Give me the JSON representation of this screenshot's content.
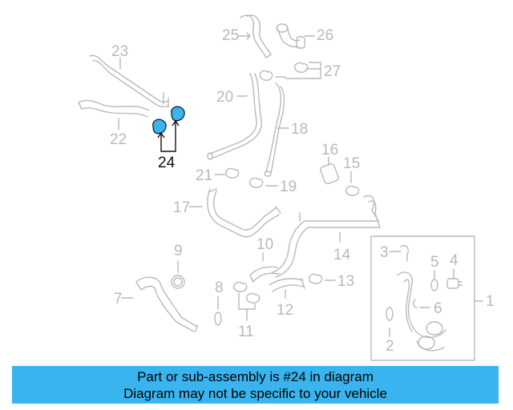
{
  "callouts": {
    "c1": "1",
    "c2": "2",
    "c3": "3",
    "c4": "4",
    "c5": "5",
    "c6": "6",
    "c7": "7",
    "c8": "8",
    "c9": "9",
    "c10": "10",
    "c11": "11",
    "c12": "12",
    "c13": "13",
    "c14": "14",
    "c15": "15",
    "c16": "16",
    "c17": "17",
    "c18": "18",
    "c19": "19",
    "c20": "20",
    "c21": "21",
    "c22": "22",
    "c23": "23",
    "c24": "24",
    "c25": "25",
    "c26": "26",
    "c27": "27"
  },
  "highlighted_part": "24",
  "colors": {
    "highlight": "#3ab4ee",
    "line": "#b9b9b9",
    "banner": "#3ab4ee"
  },
  "banner": {
    "line1": "Part or sub-assembly is #24 in diagram",
    "line2": "Diagram may not be specific to your vehicle"
  }
}
